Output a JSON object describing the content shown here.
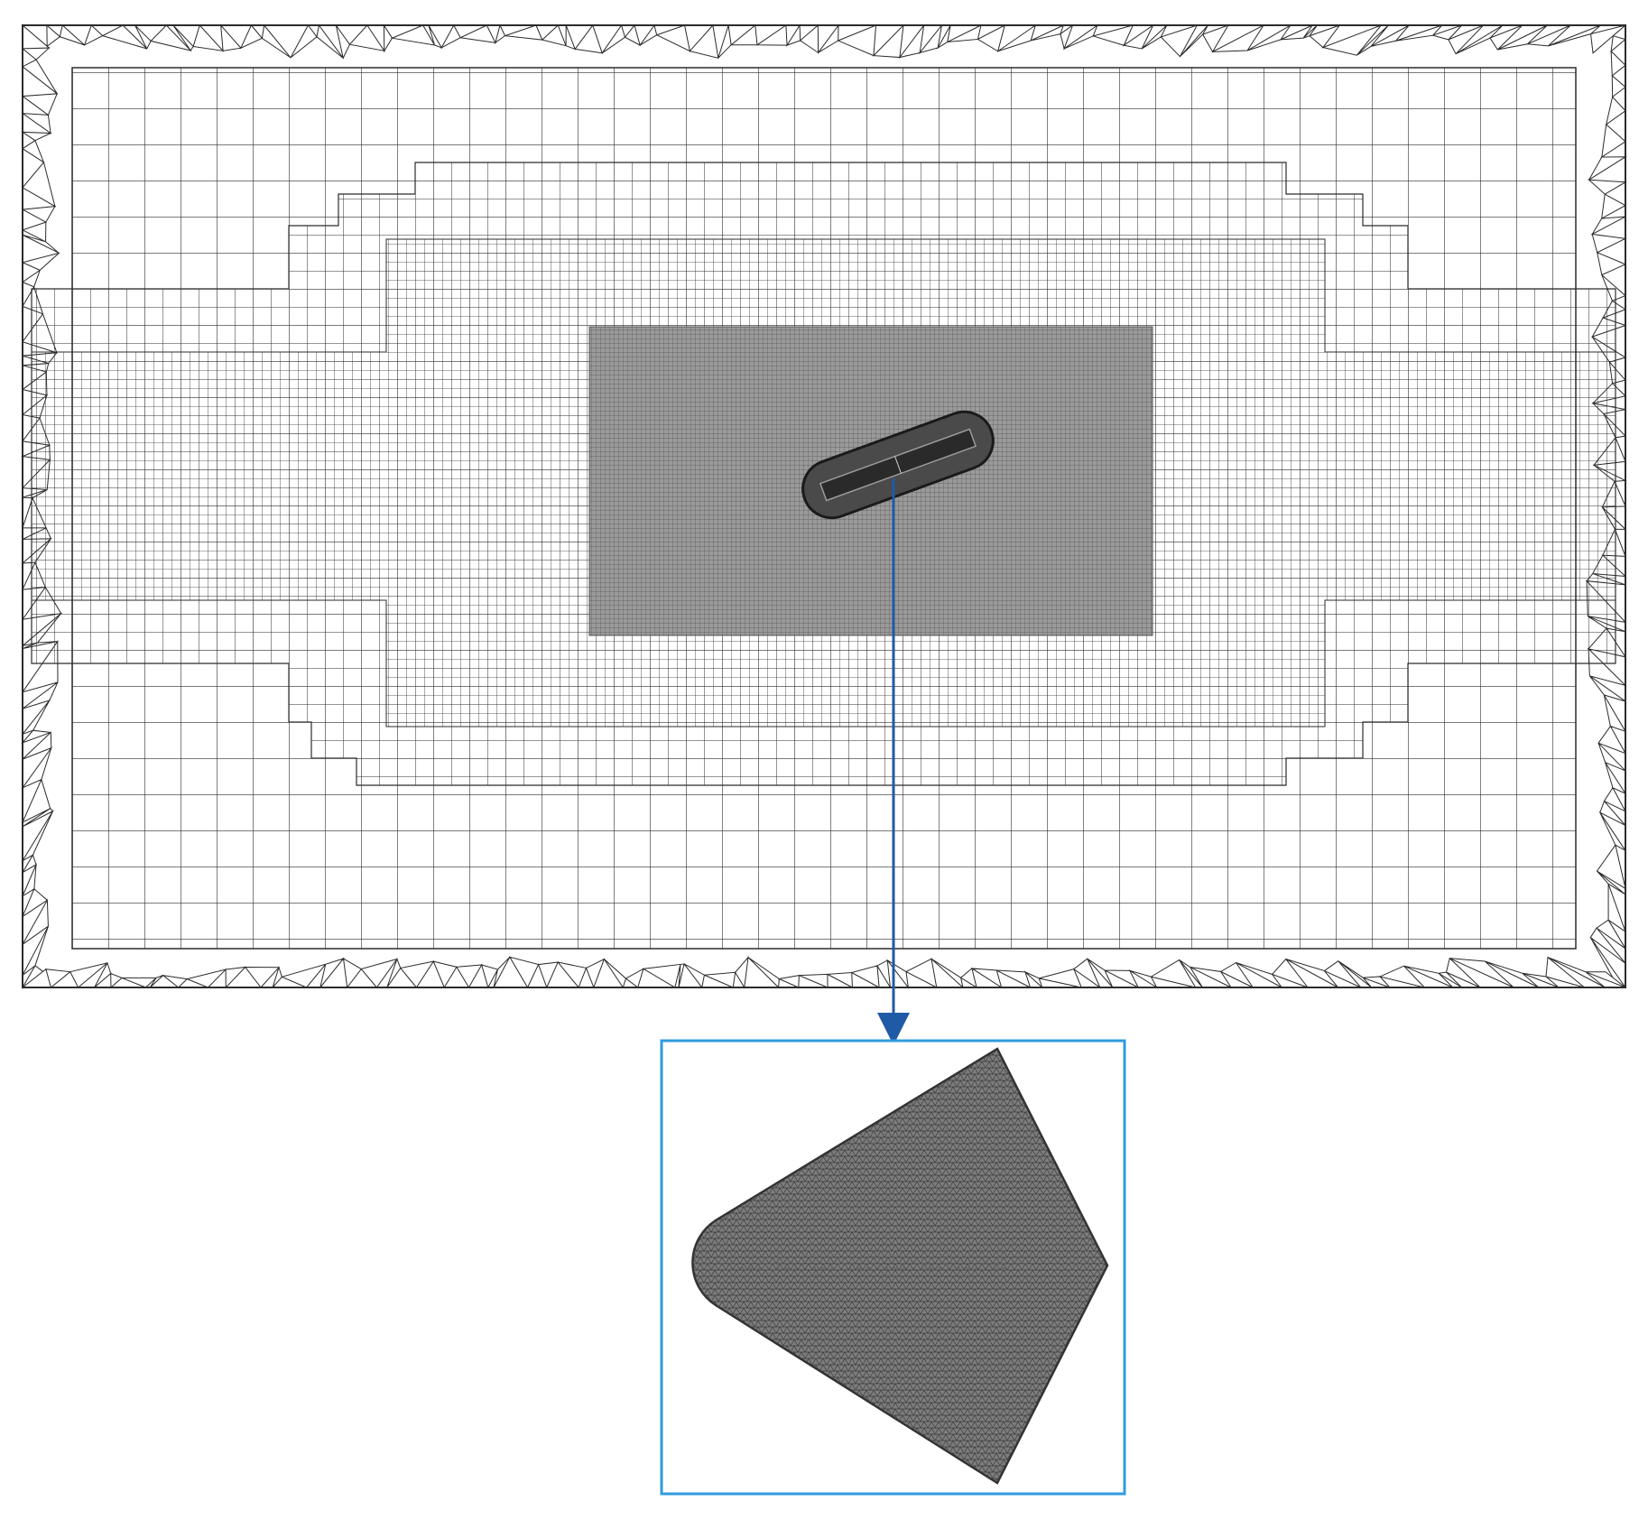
{
  "figure": {
    "kind": "cfd-mesh-with-detail-view",
    "main_panel": {
      "name": "computational-domain-mesh",
      "outer_zone": "triangular-tetra-cells",
      "refinement_levels": [
        {
          "name": "coarse-background",
          "relative_cell_size": 1
        },
        {
          "name": "level-1-box",
          "relative_cell_size": 0.5
        },
        {
          "name": "level-2-box",
          "relative_cell_size": 0.25
        },
        {
          "name": "level-3-box",
          "relative_cell_size": 0.125
        }
      ],
      "body": {
        "name": "inclined-body-with-boundary-layer",
        "incline_deg": -20
      }
    },
    "detail_panel": {
      "name": "surface-mesh-detail",
      "shape": "rounded-wedge",
      "fill": "dense-triangulated-surface-mesh"
    },
    "colors": {
      "mesh_line": "#2b2b2b",
      "dense_mesh_fill": "#8a8a8a",
      "body_fill": "#3a3a3a",
      "arrow": "#1f5aa6",
      "detail_frame": "#2f9be0",
      "background": "#ffffff"
    }
  }
}
